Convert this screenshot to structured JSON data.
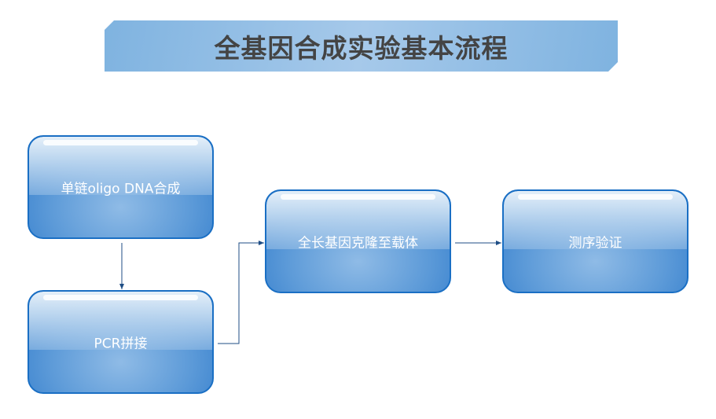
{
  "title": "全基因合成实验基本流程",
  "steps": [
    {
      "label": "单链oligo DNA合成"
    },
    {
      "label": "PCR拼接"
    },
    {
      "label": "全长基因克隆至载体"
    },
    {
      "label": "测序验证"
    }
  ]
}
